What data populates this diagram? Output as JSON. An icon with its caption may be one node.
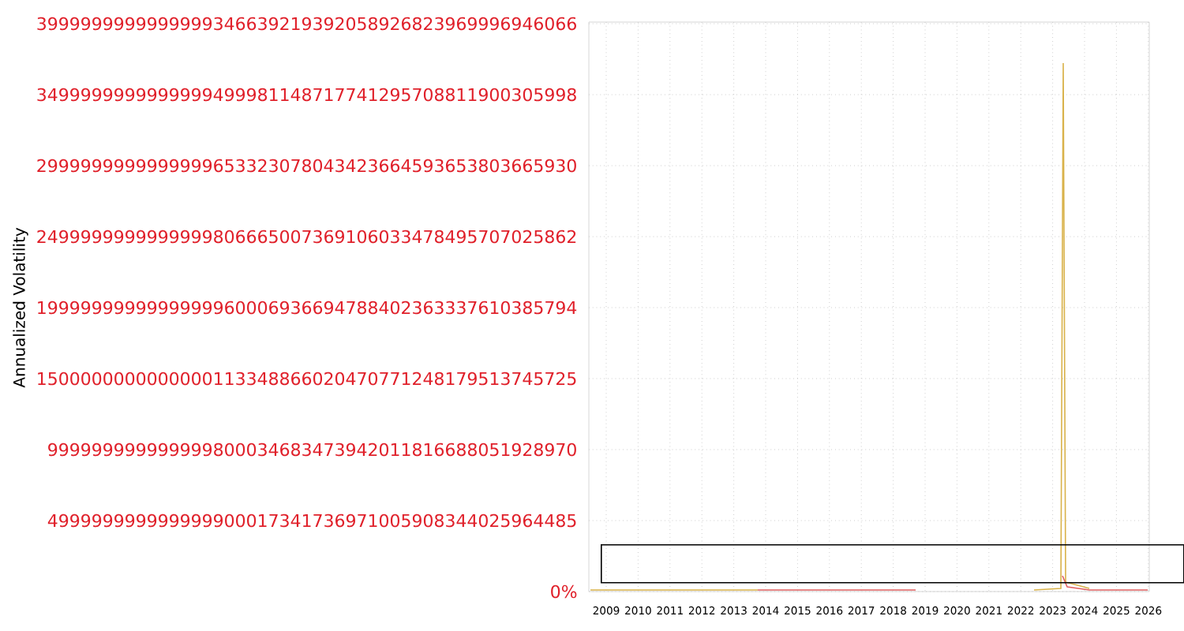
{
  "diagram": {
    "nodes": [
      {
        "text": [],
        "shape": "box"
      }
    ],
    "labels": [
      "3999999999999999346639219392058926823969996946066",
      "3499999999999999499981148717741295708811900305998",
      "2999999999999999653323078043423664593653803665930",
      "2499999999999999806665007369106033478495707025862",
      "1999999999999999960006936694788402363337610385794",
      "1500000000000000113348866020470771248179513745725",
      "999999999999999800034683473942011816688051928970",
      "499999999999999900017341736971005908344025964485",
      "0%",
      "Annualized Volatility",
      "2009",
      "2010",
      "2011",
      "2012",
      "2013",
      "2014",
      "2015",
      "2016",
      "2017",
      "2018",
      "2019",
      "2020",
      "2021",
      "2022",
      "2023",
      "2024",
      "2025",
      "2026"
    ]
  }
}
